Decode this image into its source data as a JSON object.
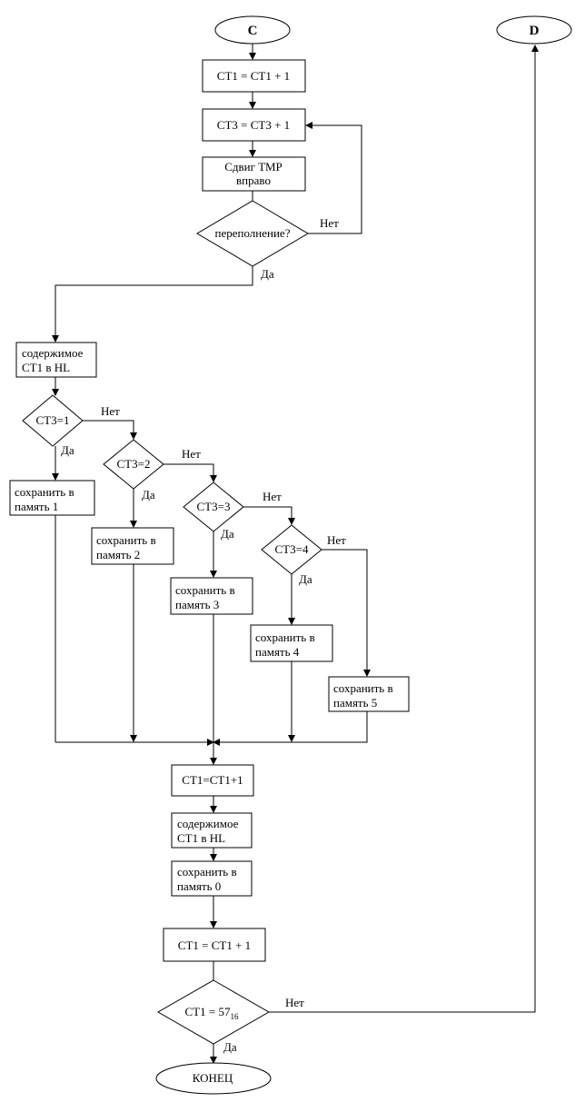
{
  "connectors": {
    "c": "C",
    "d": "D"
  },
  "labels": {
    "yes": "Да",
    "no": "Нет"
  },
  "blocks": {
    "ct1_inc_top": "СТ1 = СТ1 + 1",
    "ct3_inc": "СТ3 = СТ3 + 1",
    "shift_line1": "Сдвиг ТМР",
    "shift_line2": "вправо",
    "overflow": "переполнение?",
    "hl1_line1": "содержимое",
    "hl1_line2": "СТ1 в HL",
    "ct3_1": "СТ3=1",
    "ct3_2": "СТ3=2",
    "ct3_3": "СТ3=3",
    "ct3_4": "СТ3=4",
    "save_line1": "сохранить в",
    "save1_line2": "память 1",
    "save2_line2": "память 2",
    "save3_line2": "память 3",
    "save4_line2": "память 4",
    "save5_line2": "память 5",
    "ct1_inc_mid": "СТ1=СТ1+1",
    "hl2_line1": "содержимое",
    "hl2_line2": "СТ1 в HL",
    "save0_line1": "сохранить в",
    "save0_line2": "память 0",
    "ct1_inc_bottom": "СТ1 = СТ1 + 1",
    "final_check_prefix": "СТ1 = 57",
    "final_check_sub": "16",
    "end": "КОНЕЦ"
  }
}
